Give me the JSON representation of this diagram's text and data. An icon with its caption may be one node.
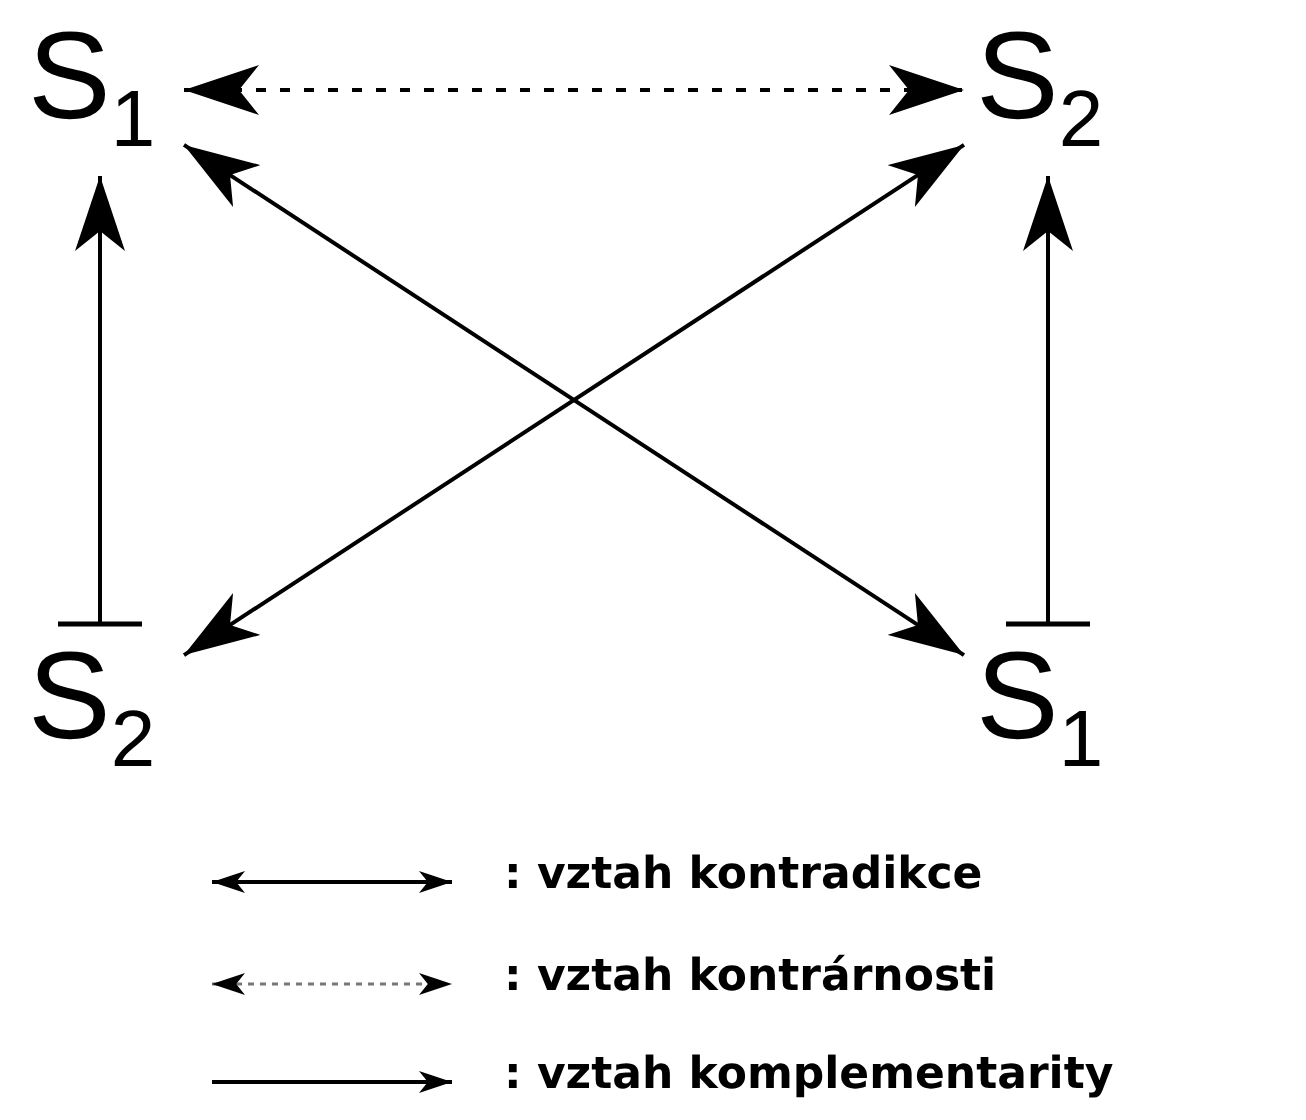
{
  "diagram": {
    "nodes": [
      {
        "text": [
          "S$_{1}$"
        ]
      },
      {
        "text": [
          "S$_{2}$"
        ]
      },
      {
        "text": [
          "S$_{2}$"
        ]
      },
      {
        "text": [
          "S$_{1}$"
        ]
      }
    ],
    "edges": [
      {
        "from": 0,
        "to": 1,
        "arrow": "both",
        "style": "dashed"
      },
      {
        "from": 2,
        "to": 0,
        "arrow": "to"
      },
      {
        "from": 3,
        "to": 1,
        "arrow": "to"
      },
      {
        "from": 0,
        "to": 3,
        "arrow": "both"
      },
      {
        "from": 1,
        "to": 2,
        "arrow": "both"
      }
    ],
    "legend": [
      {
        "text": ": vztah kontradikce"
      },
      {
        "text": ": vztah kontrárnosti"
      },
      {
        "text": ": vztah komplementarity"
      }
    ]
  }
}
